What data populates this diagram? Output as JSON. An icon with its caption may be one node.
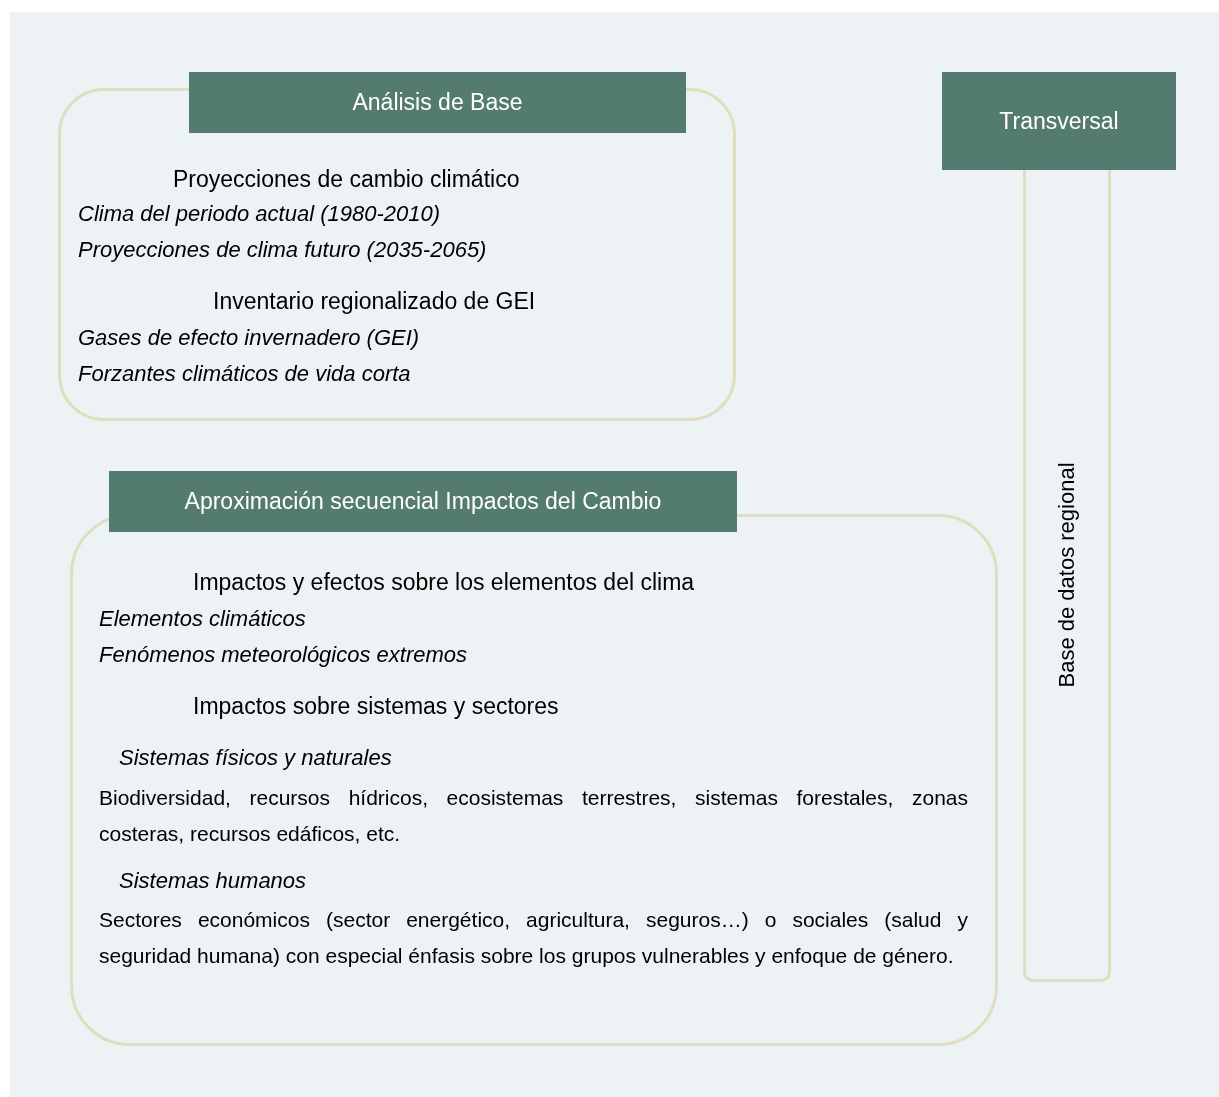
{
  "diagram": {
    "nodes": [
      {
        "text": [
          "Análisis de Base"
        ]
      },
      {
        "text": [
          "Proyecciones de cambio climático",
          "Clima del periodo actual (1980-2010)",
          "Proyecciones de clima futuro (2035-2065)",
          "Inventario regionalizado de GEI",
          "Gases de efecto invernadero (GEI)",
          "Forzantes climáticos de vida corta"
        ]
      },
      {
        "text": [
          "Aproximación secuencial Impactos del Cambio"
        ]
      },
      {
        "text": [
          "Impactos y efectos sobre los elementos del clima",
          "Elementos climáticos",
          "Fenómenos meteorológicos extremos",
          "Impactos sobre sistemas y sectores",
          "Sistemas físicos y naturales",
          "Biodiversidad, recursos hídricos, ecosistemas terrestres, sistemas forestales, zonas costeras, recursos edáficos, etc.",
          "Sistemas humanos",
          "Sectores económicos (sector energético, agricultura, seguros…) o sociales (salud y seguridad humana) con especial énfasis sobre los grupos vulnerables y enfoque de género."
        ]
      },
      {
        "text": [
          "Transversal"
        ]
      },
      {
        "text": [
          "Base de datos regional"
        ]
      }
    ]
  }
}
